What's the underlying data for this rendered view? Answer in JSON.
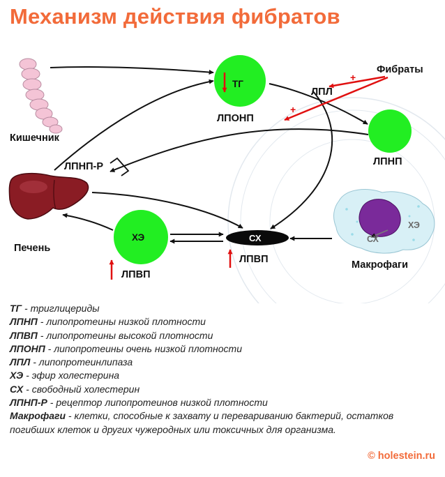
{
  "title": "Механизм действия фибратов",
  "diagram": {
    "nodes": {
      "intestine": "Кишечник",
      "liver": "Печень",
      "macrophages": "Макрофаги",
      "tg": "ТГ",
      "vldl": "ЛПОНП",
      "ldl": "ЛПНП",
      "he": "ХЭ",
      "hdl_left": "ЛПВП",
      "sx": "СХ",
      "hdl_center": "ЛПВП",
      "ldlr": "ЛПНП-Р",
      "lpl": "ЛПЛ",
      "fibrates": "Фибраты",
      "plus": "+",
      "macro_he": "ХЭ",
      "macro_sx": "СХ"
    },
    "colors": {
      "node_green": "#22ee22",
      "arrow_red": "#e01010",
      "title_orange": "#f26b3a",
      "liver": "#8a1c24"
    }
  },
  "legend": [
    {
      "term": "ТГ",
      "desc": " - триглицериды"
    },
    {
      "term": "ЛПНП",
      "desc": " - липопротеины низкой плотности"
    },
    {
      "term": "ЛПВП",
      "desc": " - липопротеины высокой плотности"
    },
    {
      "term": "ЛПОНП",
      "desc": " - липопротеины очень низкой плотности"
    },
    {
      "term": "ЛПЛ",
      "desc": " - липопротеинлипаза"
    },
    {
      "term": "ХЭ",
      "desc": " - эфир холестерина"
    },
    {
      "term": "СХ",
      "desc": " - свободный холестерин"
    },
    {
      "term": "ЛПНП-Р",
      "desc": " - рецептор липопротеинов низкой плотности"
    },
    {
      "term": "Макрофаги",
      "desc": " - клетки, способные к захвату и перевариванию бактерий, остатков погибших клеток и других чужеродных или токсичных для организма."
    }
  ],
  "copyright": "© holestein.ru"
}
